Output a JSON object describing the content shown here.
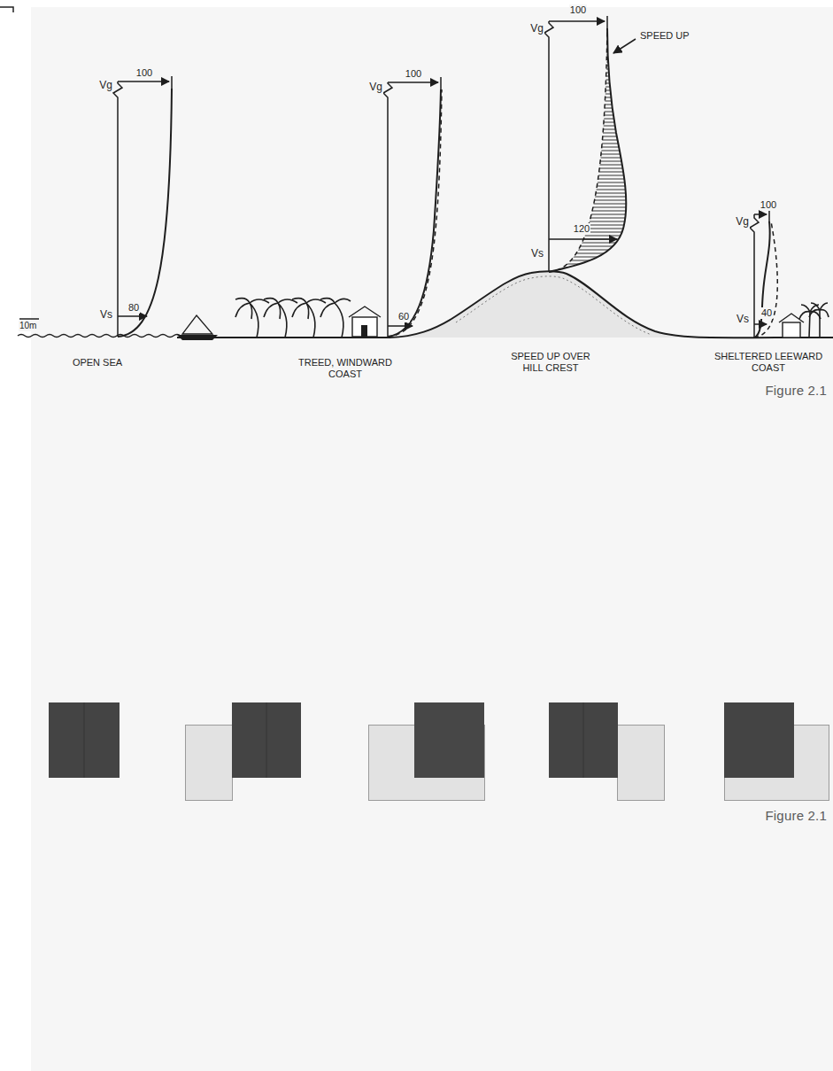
{
  "diagram": {
    "labels": [
      "Vg",
      "100",
      "Vs",
      "80",
      "10m",
      "OPEN SEA",
      "Vg",
      "100",
      "60",
      "TREED, WINDWARD COAST",
      "Vg",
      "100",
      "Vs",
      "120",
      "SPEED UP",
      "SPEED UP OVER HILL CREST",
      "Vg",
      "100",
      "Vs",
      "40",
      "SHELTERED LEEWARD COAST",
      "Figure 2.1",
      "Figure 2.1"
    ]
  }
}
